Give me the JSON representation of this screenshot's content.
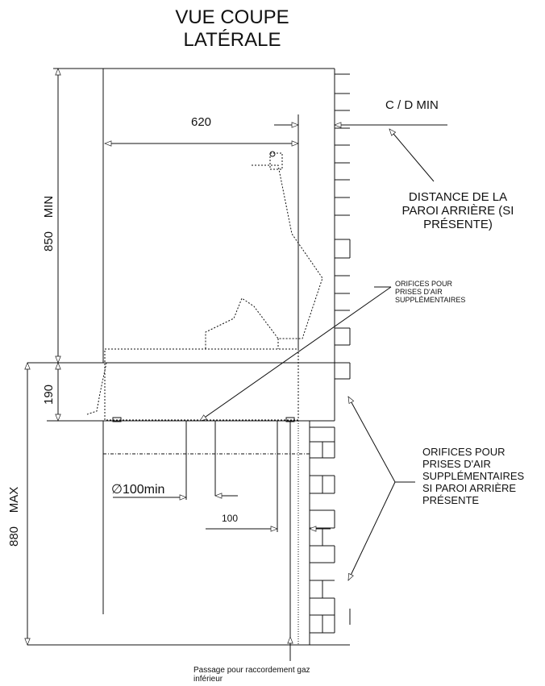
{
  "title": "VUE COUPE\nLATÉRALE",
  "dimensions": {
    "width_620": "620",
    "height_850": "850",
    "height_850_suffix": "MIN",
    "height_190": "190",
    "height_880": "880",
    "height_880_suffix": "MAX",
    "diameter": "∅100min",
    "spacing_100": "100"
  },
  "labels": {
    "cd_min": "C / D MIN",
    "rear_wall_distance": "DISTANCE DE LA\nPAROI ARRIÈRE (SI\nPRÉSENTE)",
    "air_inlets_small": "ORIFICES POUR\nPRISES D'AIR\nSUPPLÉMENTAIRES",
    "air_inlets_rear": "ORIFICES POUR\nPRISES D'AIR\nSUPPLÉMENTAIRES\nSI PAROI ARRIÈRE\nPRÉSENTE",
    "gas_passage": "Passage pour raccordement gaz\ninférieur"
  },
  "colors": {
    "line": "#111111",
    "background": "#ffffff"
  }
}
